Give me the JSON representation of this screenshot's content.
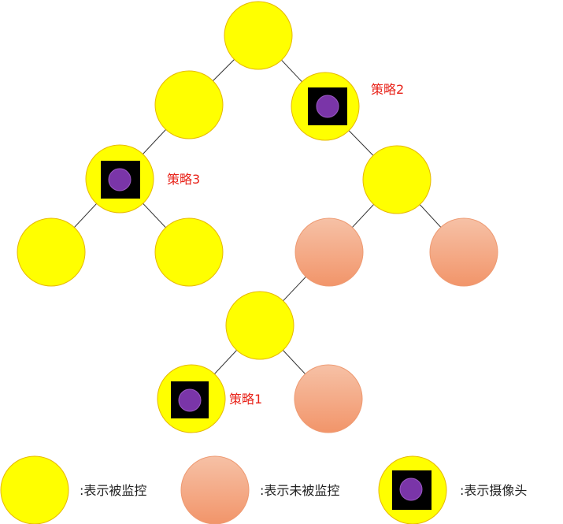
{
  "colors": {
    "monitored": "#ffff00",
    "monitored_stroke": "#e6b800",
    "unmonitored_top": "#f6c1a6",
    "unmonitored_bottom": "#f2956a",
    "unmonitored_stroke": "#ee9a72",
    "camera_box": "#000000",
    "camera_lens": "#7a35a8",
    "edge": "#333333",
    "strategy_text": "#e8231a"
  },
  "tree": {
    "nodes": [
      {
        "id": "root",
        "state": "monitored",
        "camera": false
      },
      {
        "id": "l",
        "state": "monitored",
        "camera": false
      },
      {
        "id": "r",
        "state": "monitored",
        "camera": true,
        "label": "策略2"
      },
      {
        "id": "ll",
        "state": "monitored",
        "camera": true,
        "label": "策略3"
      },
      {
        "id": "rr",
        "state": "monitored",
        "camera": false
      },
      {
        "id": "lll",
        "state": "monitored",
        "camera": false
      },
      {
        "id": "llr",
        "state": "monitored",
        "camera": false
      },
      {
        "id": "rrl",
        "state": "unmonitored",
        "camera": false
      },
      {
        "id": "rrr",
        "state": "unmonitored",
        "camera": false
      },
      {
        "id": "rrll",
        "state": "monitored",
        "camera": false
      },
      {
        "id": "rrlll",
        "state": "monitored",
        "camera": true,
        "label": "策略1"
      },
      {
        "id": "rrllr",
        "state": "unmonitored",
        "camera": false
      }
    ],
    "edges": [
      [
        "root",
        "l"
      ],
      [
        "root",
        "r"
      ],
      [
        "l",
        "ll"
      ],
      [
        "r",
        "rr"
      ],
      [
        "ll",
        "lll"
      ],
      [
        "ll",
        "llr"
      ],
      [
        "rr",
        "rrl"
      ],
      [
        "rr",
        "rrr"
      ],
      [
        "rrl",
        "rrll"
      ],
      [
        "rrll",
        "rrlll"
      ],
      [
        "rrll",
        "rrllr"
      ]
    ]
  },
  "legend": {
    "monitored": ":表示被监控",
    "unmonitored": ":表示未被监控",
    "camera": ":表示摄像头"
  }
}
